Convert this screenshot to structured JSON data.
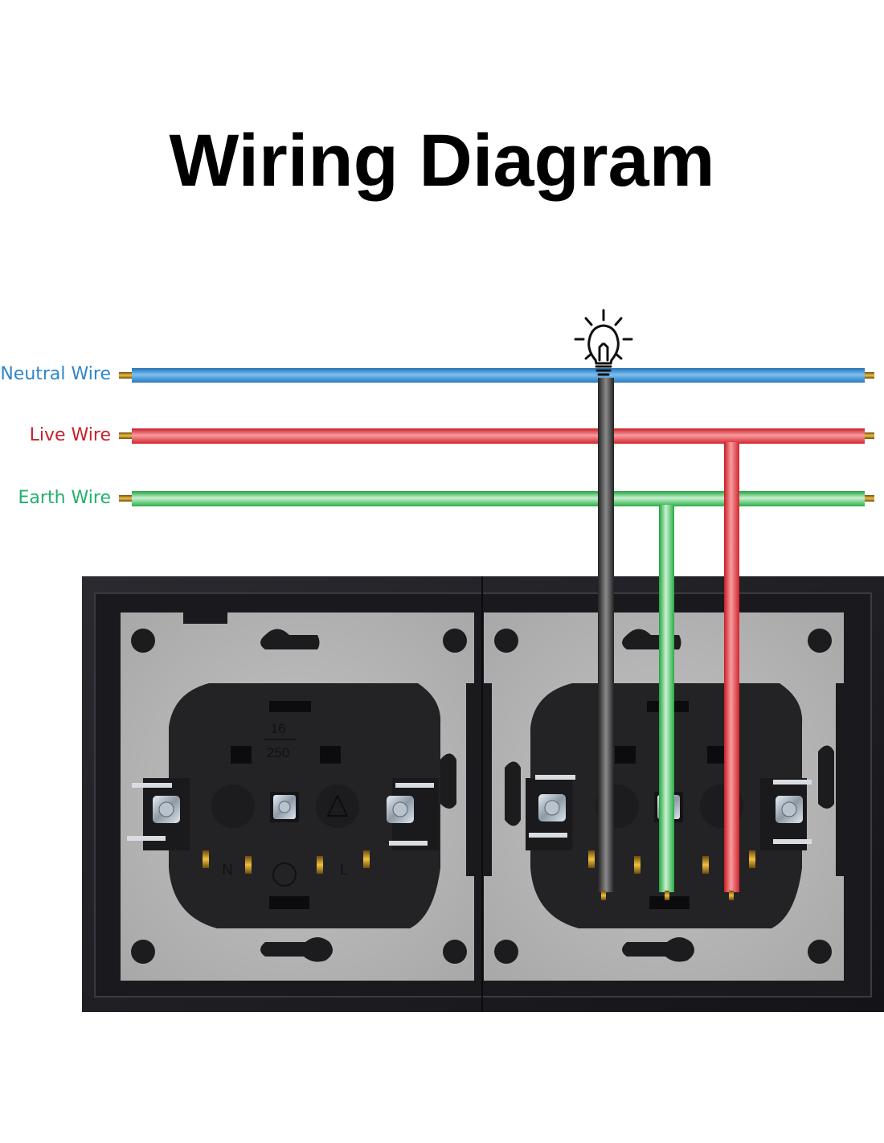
{
  "title": "Wiring Diagram",
  "legend": {
    "neutral": {
      "label": "Neutral Wire",
      "color": "#2f86c8"
    },
    "live": {
      "label": "Live Wire",
      "color": "#c8202a"
    },
    "earth": {
      "label": "Earth Wire",
      "color": "#22b06a"
    }
  },
  "lamp": {
    "icon": "light-bulb-icon",
    "wire_color": "#444444"
  },
  "sockets": [
    {
      "name": "left-socket",
      "rating_top": "16",
      "rating_bottom": "250",
      "markings": [
        "N",
        "L"
      ]
    },
    {
      "name": "right-socket",
      "connections": [
        "lamp-return",
        "earth",
        "live"
      ]
    }
  ],
  "colors": {
    "frame": "#1c1c20",
    "plate": "#b9b8b8",
    "socket_body": "#232326",
    "conductor": "#c99a1f"
  }
}
